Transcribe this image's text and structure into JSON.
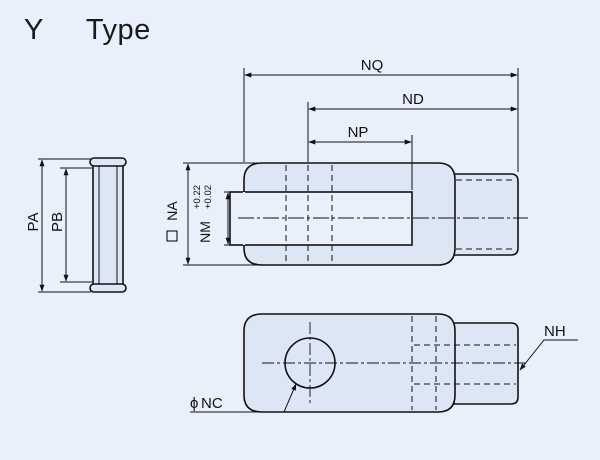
{
  "title": {
    "prefix": "Y",
    "label": "Type"
  },
  "dimensions": {
    "nq": "NQ",
    "nd": "ND",
    "np": "NP",
    "na": "NA",
    "nm": "NM",
    "nm_tol_upper": "+0.22",
    "nm_tol_lower": "+0.02",
    "pa": "PA",
    "pb": "PB",
    "nc": "NC",
    "nc_symbol": "ϕ",
    "nh": "NH"
  },
  "colors": {
    "background": "#e9f0fb",
    "part_fill": "#dde6f5",
    "line": "#111111"
  }
}
